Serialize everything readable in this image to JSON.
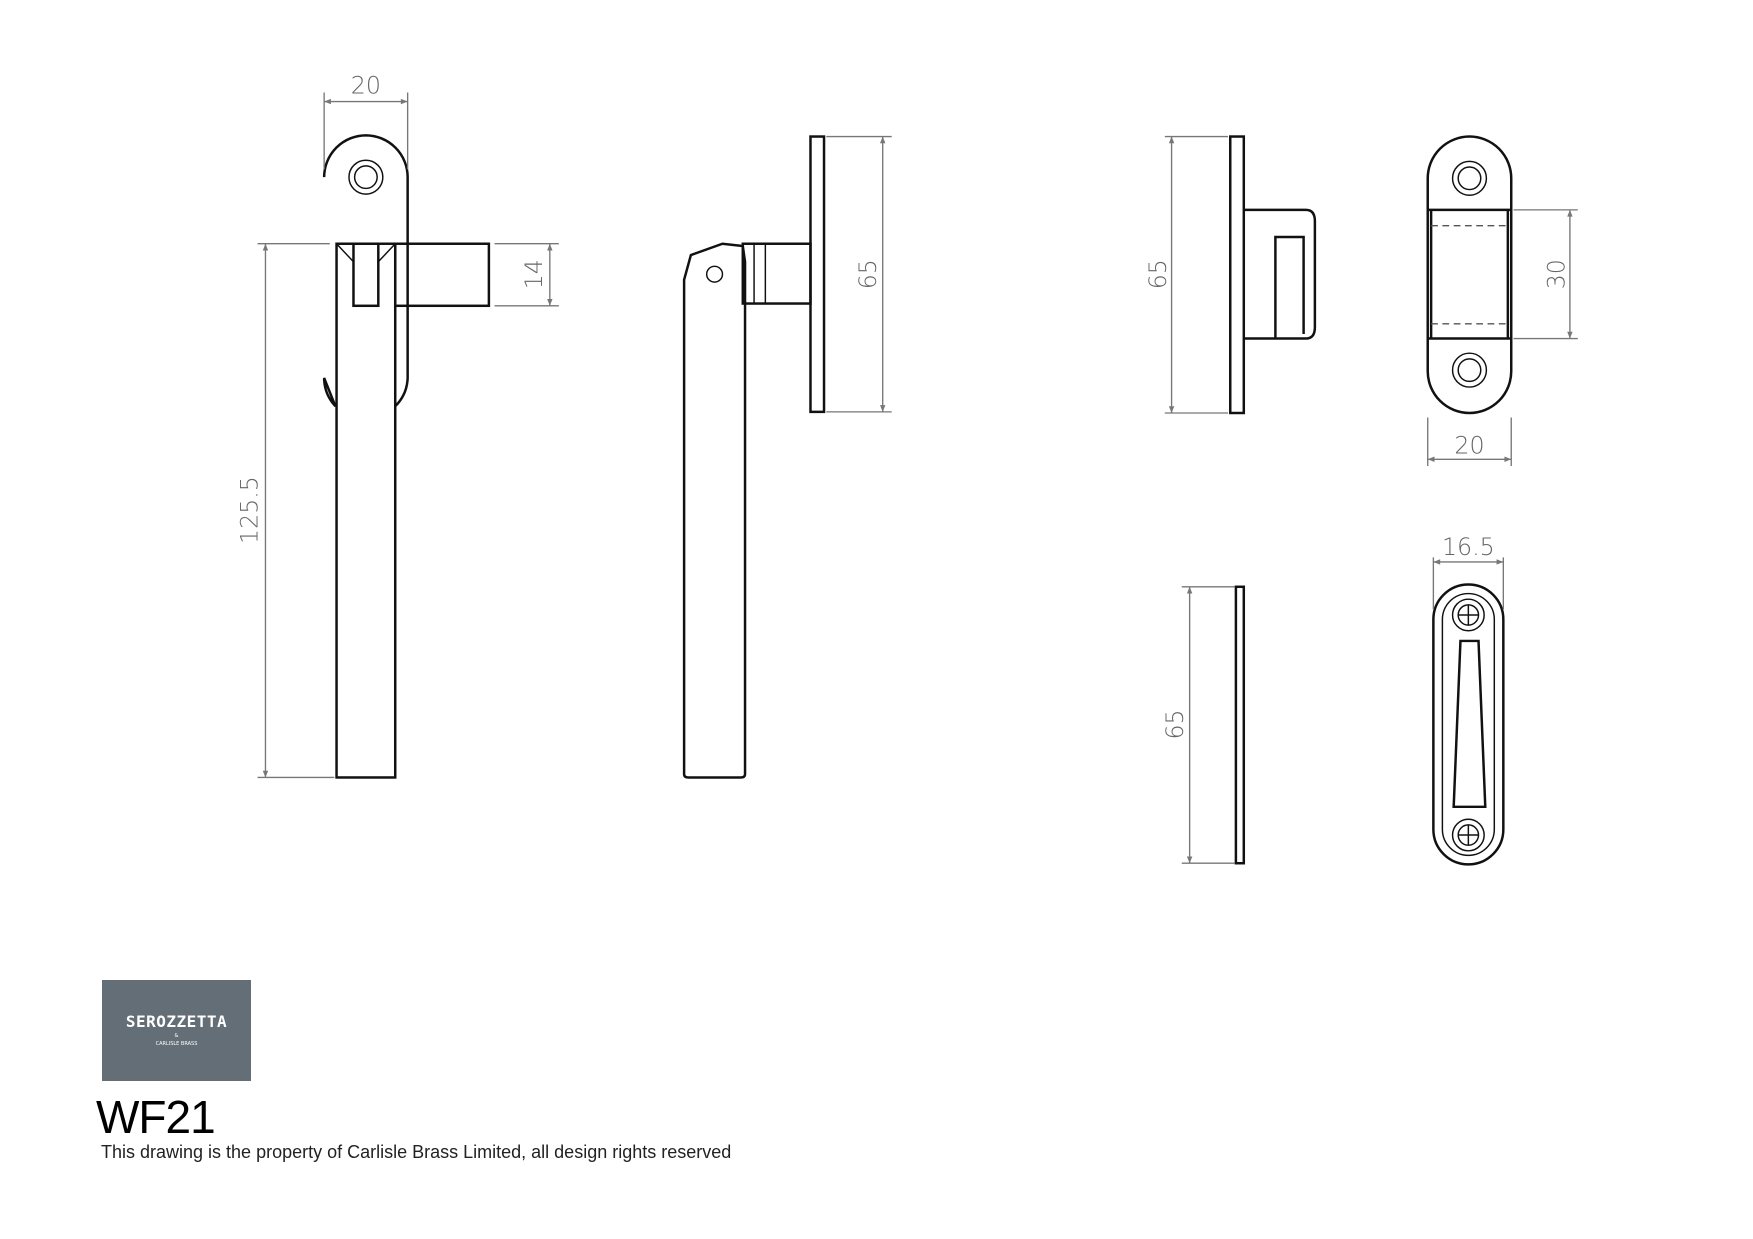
{
  "drawing": {
    "product_code": "WF21",
    "notice": "This drawing is the property of Carlisle Brass Limited, all design rights reserved",
    "logo": {
      "brand": "SEROZZETTA",
      "sub": "&",
      "tagline": "CARLISLE BRASS"
    },
    "dimensions": {
      "handle_front_width": "20",
      "handle_spindle_height": "14",
      "handle_length": "125.5",
      "handle_side_plate": "65",
      "keep_side": "65",
      "keep_front_width": "20",
      "keep_front_slot": "30",
      "plate_side": "65",
      "plate_front_width": "16.5"
    },
    "colors": {
      "logo_bg": "#646e76",
      "dimension": "#777777",
      "outline": "#111111"
    }
  }
}
